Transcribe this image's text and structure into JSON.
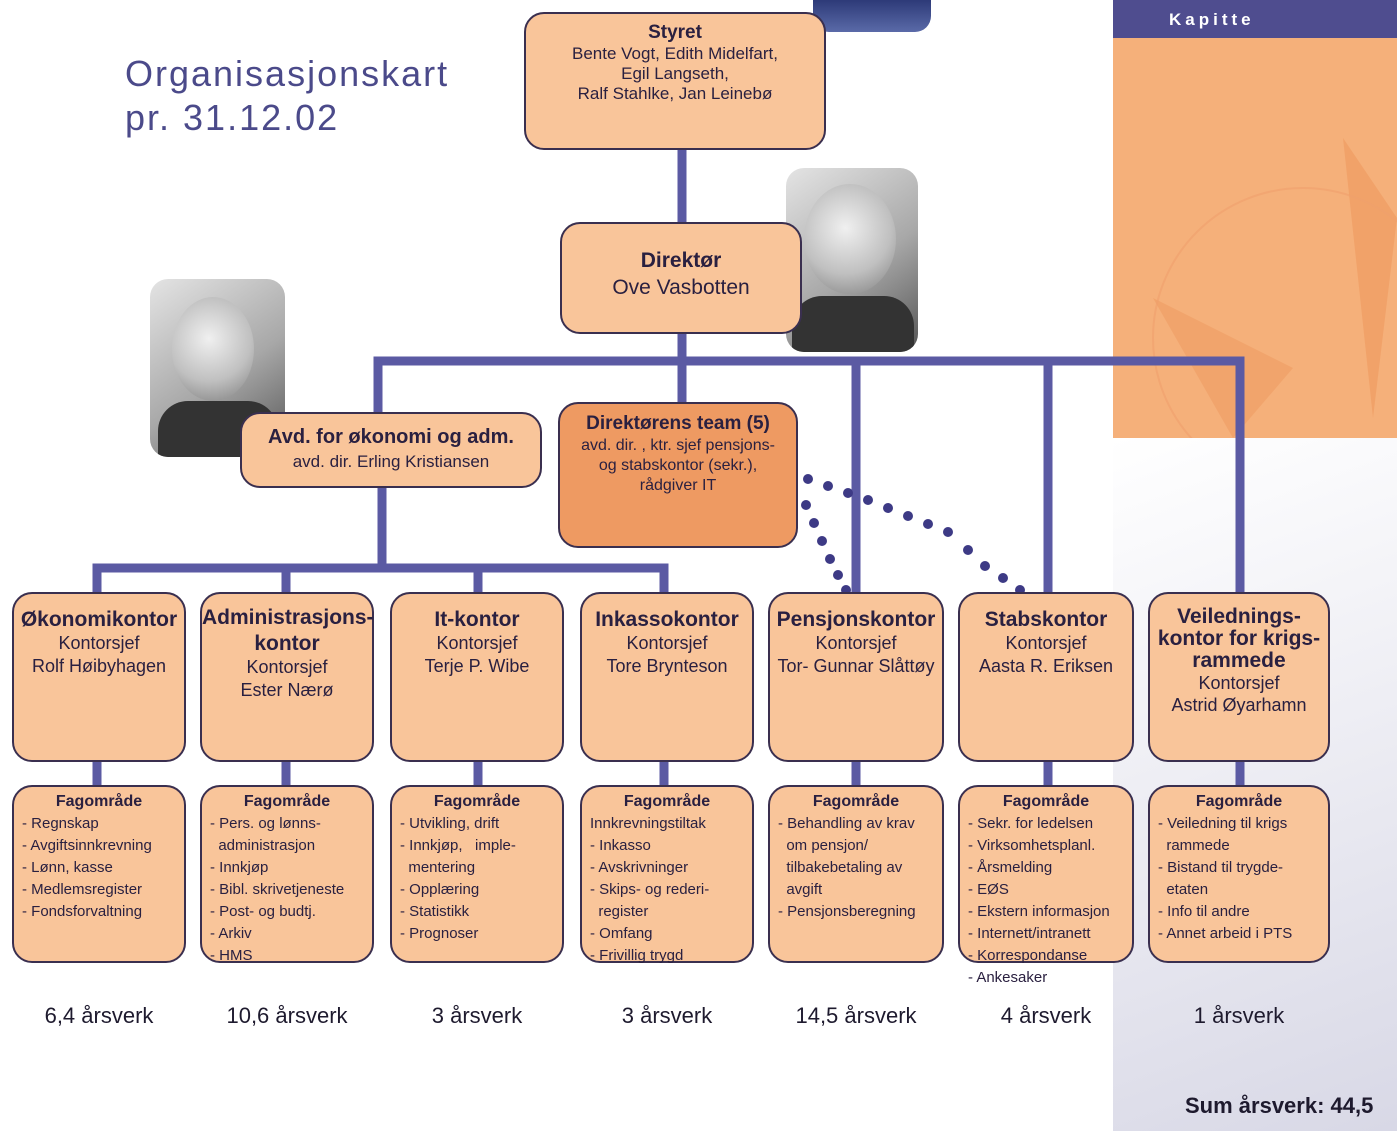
{
  "title_line1": "Organisasjonskart",
  "title_line2": "pr. 31.12.02",
  "side_label": "Kapitte",
  "board": {
    "head": "Styret",
    "members": [
      "Bente Vogt, Edith Midelfart,",
      "Egil Langseth,",
      "Ralf Stahlke, Jan Leinebø"
    ]
  },
  "director": {
    "head": "Direktør",
    "name": "Ove Vasbotten"
  },
  "admin_dept": {
    "head": "Avd. for økonomi og adm.",
    "name": "avd. dir. Erling Kristiansen"
  },
  "team": {
    "head": "Direktørens team (5)",
    "lines": [
      "avd. dir. , ktr. sjef pensjons-",
      "og stabskontor (sekr.),",
      "rådgiver IT"
    ]
  },
  "offices": [
    {
      "head": [
        "Økonomikontor"
      ],
      "role": "Kontorsjef",
      "name": "Rolf Høibyhagen",
      "fte": "6,4 årsverk",
      "field_head": "Fagområde",
      "items": [
        "- Regnskap",
        "- Avgiftsinnkrevning",
        "- Lønn, kasse",
        "- Medlemsregister",
        "- Fondsforvaltning"
      ]
    },
    {
      "head": [
        "Administrasjons-",
        "kontor"
      ],
      "role": "Kontorsjef",
      "name": "Ester Nærø",
      "fte": "10,6 årsverk",
      "field_head": "Fagområde",
      "items": [
        "- Pers. og lønns-",
        "  administrasjon",
        "- Innkjøp",
        "- Bibl. skrivetjeneste",
        "- Post- og budtj.",
        "- Arkiv",
        "- HMS"
      ]
    },
    {
      "head": [
        "It-kontor"
      ],
      "role": "Kontorsjef",
      "name": "Terje P. Wibe",
      "fte": "3 årsverk",
      "field_head": "Fagområde",
      "items": [
        "- Utvikling, drift",
        "- Innkjøp,   imple-",
        "  mentering",
        "- Opplæring",
        "- Statistikk",
        "- Prognoser"
      ]
    },
    {
      "head": [
        "Inkassokontor"
      ],
      "role": "Kontorsjef",
      "name": "Tore Brynteson",
      "fte": "3 årsverk",
      "field_head": "Fagområde",
      "items": [
        "Innkrevningstiltak",
        "- Inkasso",
        "- Avskrivninger",
        "- Skips- og rederi-",
        "  register",
        "- Omfang",
        "- Frivillig trygd"
      ]
    },
    {
      "head": [
        "Pensjonskontor"
      ],
      "role": "Kontorsjef",
      "name": "Tor- Gunnar Slåttøy",
      "fte": "14,5 årsverk",
      "field_head": "Fagområde",
      "items": [
        "- Behandling av krav",
        "  om pensjon/",
        "  tilbakebetaling av",
        "  avgift",
        "- Pensjonsberegning"
      ]
    },
    {
      "head": [
        "Stabskontor"
      ],
      "role": "Kontorsjef",
      "name": "Aasta R. Eriksen",
      "fte": "4 årsverk",
      "field_head": "Fagområde",
      "items": [
        "- Sekr. for ledelsen",
        "- Virksomhetsplanl.",
        "- Årsmelding",
        "- EØS",
        "- Ekstern informasjon",
        "- Internett/intranett",
        "- Korrespondanse",
        "- Ankesaker"
      ]
    },
    {
      "head": [
        "Veilednings-",
        "kontor for krigs-",
        "rammede"
      ],
      "role": "Kontorsjef",
      "name": "Astrid Øyarhamn",
      "fte": "1 årsverk",
      "field_head": "Fagområde",
      "items": [
        "- Veiledning til krigs",
        "  rammede",
        "- Bistand til trygde-",
        "  etaten",
        "- Info til andre",
        "- Annet arbeid i PTS"
      ]
    }
  ],
  "total": "Sum årsverk: 44,5"
}
